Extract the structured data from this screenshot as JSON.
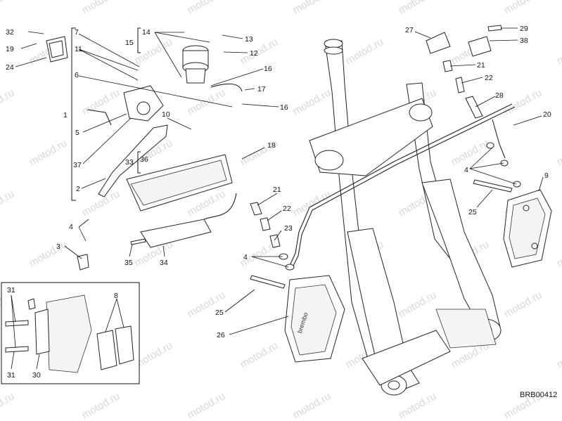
{
  "watermark": "motod.ru",
  "drawing_code": "BRB00412",
  "callouts": {
    "c32": "32",
    "c19": "19",
    "c24": "24",
    "c7": "7",
    "c11": "11",
    "c6": "6",
    "c1": "1",
    "c5": "5",
    "c37": "37",
    "c2": "2",
    "c14": "14",
    "c15": "15",
    "c13": "13",
    "c12": "12",
    "c16a": "16",
    "c17": "17",
    "c16b": "16",
    "c10": "10",
    "c18": "18",
    "c33": "33",
    "c36": "36",
    "c4a": "4",
    "c3": "3",
    "c35": "35",
    "c34": "34",
    "c21a": "21",
    "c22a": "22",
    "c23": "23",
    "c4b": "4",
    "c25a": "25",
    "c26": "26",
    "c27": "27",
    "c29": "29",
    "c38": "38",
    "c21b": "21",
    "c22b": "22",
    "c28": "28",
    "c20": "20",
    "c9": "9",
    "c4c": "4",
    "c25b": "25",
    "c31a": "31",
    "c8": "8",
    "c31b": "31",
    "c30": "30"
  }
}
